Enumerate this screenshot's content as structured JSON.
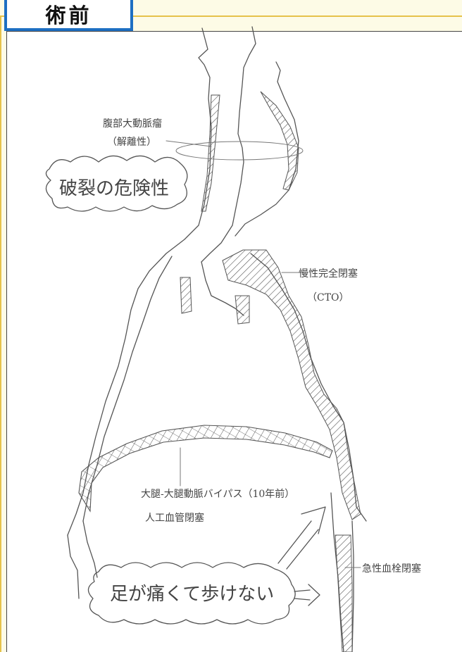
{
  "title": "術前",
  "labels": {
    "aneurysm_line1": "腹部大動脈瘤",
    "aneurysm_line2": "（解離性）",
    "rupture_risk": "破裂の危険性",
    "cto_line1": "慢性完全閉塞",
    "cto_line2": "（CTO）",
    "bypass_line1": "大腿-大腿動脈バイパス（10年前）",
    "bypass_line2": "人工血管閉塞",
    "acute_occlusion": "急性血栓閉塞",
    "leg_pain": "足が痛くて歩けない"
  },
  "colors": {
    "title_border": "#1e6fc2",
    "frame_border": "#e6c24a",
    "pencil": "#555555"
  }
}
